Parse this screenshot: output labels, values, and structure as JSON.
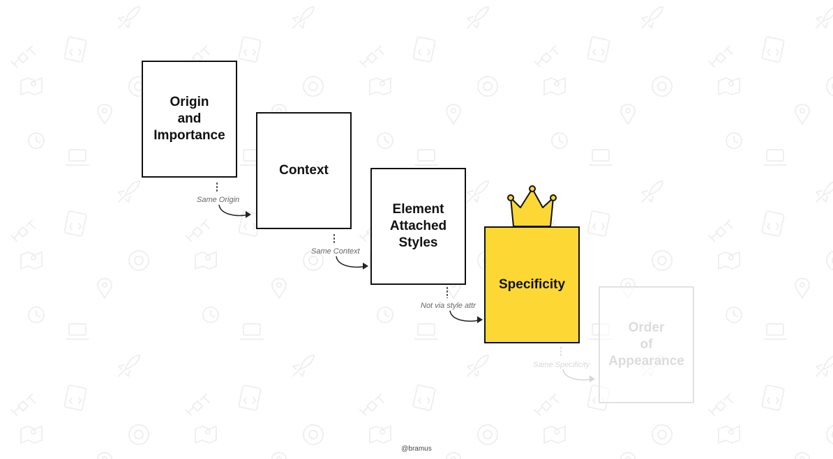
{
  "steps": [
    {
      "label": "Origin\nand\nImportance",
      "state": "normal"
    },
    {
      "label": "Context",
      "state": "normal"
    },
    {
      "label": "Element\nAttached\nStyles",
      "state": "normal"
    },
    {
      "label": "Specificity",
      "state": "highlight"
    },
    {
      "label": "Order\nof\nAppearance",
      "state": "faded"
    }
  ],
  "connectors": [
    {
      "label": "Same Origin"
    },
    {
      "label": "Same Context"
    },
    {
      "label": "Not via style attr"
    },
    {
      "label": "Same Specificity"
    }
  ],
  "footer": {
    "credit": "@bramus"
  },
  "colors": {
    "highlight": "#fdd835",
    "stroke": "#111111",
    "faded": "#dcdcdc"
  },
  "icons": {
    "crown": "crown-icon",
    "background": "dev-doodle-pattern"
  }
}
